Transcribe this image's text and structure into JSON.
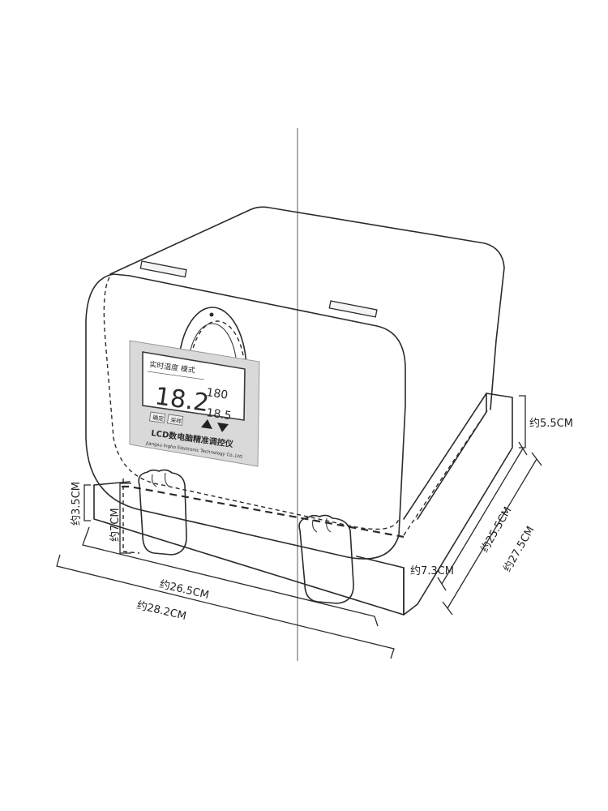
{
  "panel": {
    "title": "实时温度 模式",
    "readout_main": "18.2",
    "readout_set_high": "180",
    "readout_set_low": "18.5",
    "button_left": "确定",
    "button_right": "采样",
    "product_name": "LCD数电脑精准调控仪",
    "company": "Jiangsu Ingho Electronic Technology Co.,Ltd."
  },
  "dimensions": {
    "tray_height": "约5.5CM",
    "tray_depth_inner": "约25.5CM",
    "tray_depth_outer": "约27.5CM",
    "front_depth": "约7.3CM",
    "foot_height": "约3.5CM",
    "foot_height_total": "约7CM",
    "width_inner": "约26.5CM",
    "width_outer": "约28.2CM"
  },
  "colors": {
    "line": "#2b2b2b",
    "panel_bg": "#d9d9d9"
  }
}
